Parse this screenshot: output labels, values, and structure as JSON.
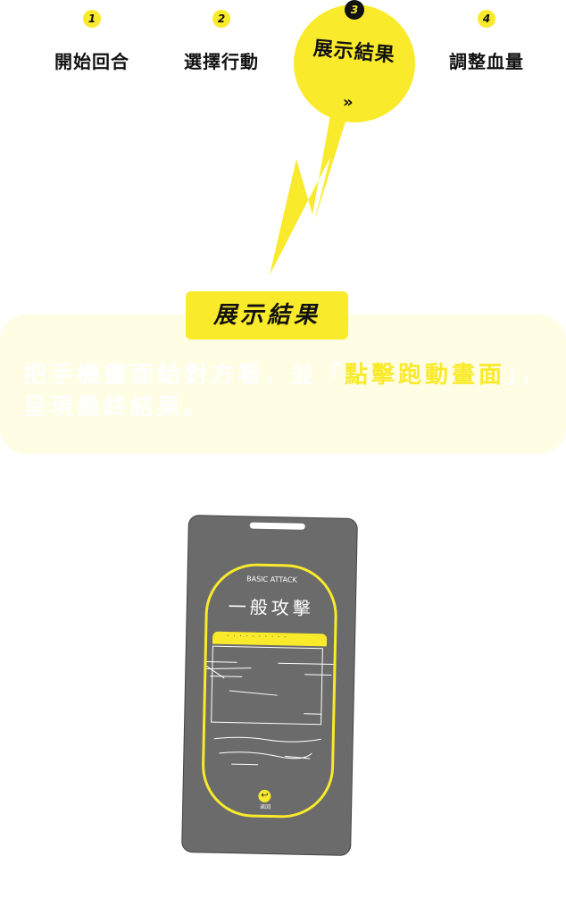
{
  "steps": [
    {
      "num": "1",
      "label": "開始回合"
    },
    {
      "num": "2",
      "label": "選擇行動"
    },
    {
      "num": "3",
      "label": "展示結果"
    },
    {
      "num": "4",
      "label": "調整血量"
    }
  ],
  "active_chevron": "»",
  "section_title": "展示結果",
  "description": {
    "text_before": "把手機畫面給對方看，並「",
    "highlight": "點擊跑動畫面",
    "text_after": "」，呈現最終結果。"
  },
  "phone": {
    "card_subtitle": "BASIC ATTACK",
    "card_title": "一般攻擊",
    "bar_text": "· · · · · · · · · ·",
    "back_label": "返回",
    "back_icon": "back-icon"
  },
  "colors": {
    "accent": "#f9ea2b",
    "panel_bg": "#fffde3",
    "phone_body": "#6b6b6b"
  }
}
